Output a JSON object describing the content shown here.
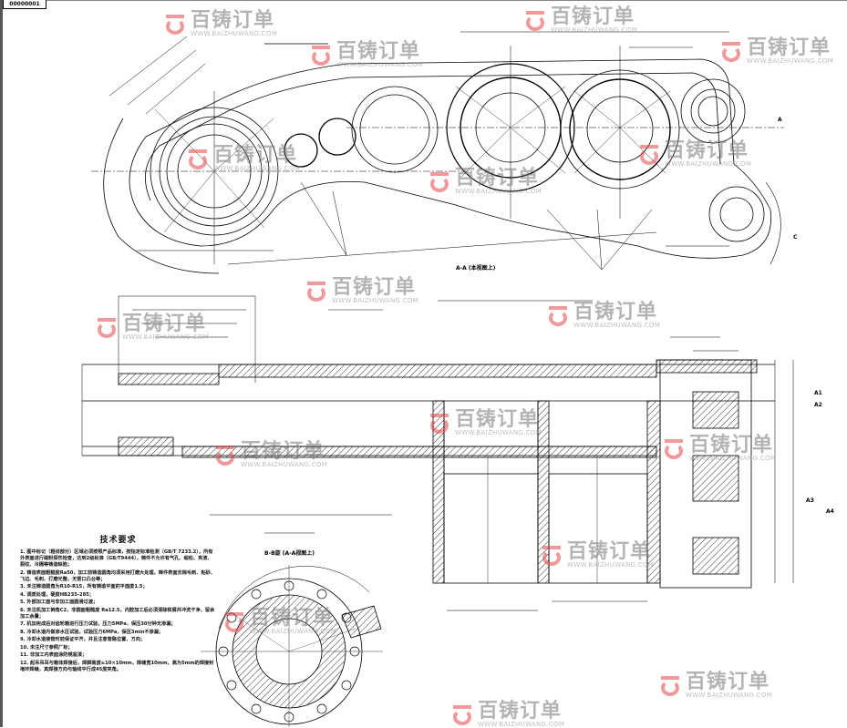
{
  "drawing": {
    "number": "00000001",
    "views": {
      "section_a": "A-A (本视图上)",
      "section_b": "B-B旋 (A-A视图上)"
    },
    "markers": {
      "a": "A",
      "c": "C",
      "a1": "A1",
      "a2": "A2",
      "a3": "A3",
      "a4": "A4"
    }
  },
  "tech_requirements": {
    "title": "技术要求",
    "items": [
      "1. 图中标记（粗线部分）区域必须按照产品标准，按指定标准检测（GB/T 7233.2），所有外表面进行磁粉探伤检查，达到2级标准（GB/T9444），铸件不允许有气孔、缩松、夹渣、裂纹、冷隔等铸造缺陷；",
      "2. 铸造表面粗糙度Ra50，加工前铸造圆角均须采用打磨大处理，铸件表面去除毛刺、粘砂、飞边、毛刺、打磨光整，无冒口凸台等；",
      "3. 未注铸造圆角为R10-R15，所有铸造平面的平面度1.5；",
      "4. 调质处理，硬度HB235-285；",
      "5. 外部加工面与非加工面圆滑过渡；",
      "6. 未注机加工倒角C2，非圆面粗糙度 Ra12.5，内腔加工后必须清除铁屑并冲洗干净，留余加工余量；",
      "7. 机加完成后对齿轮箱进行压力试验，压力5MPa，保压30分钟无渗漏；",
      "8. 冷却水道内做渗水压试验，试验压力6MPa，保压3min不渗漏；",
      "9. 冷却水道接管时前保证平齐，并且注意管路位置、方向；",
      "10. 未注尺寸参照厂标；",
      "11. 非加工内表面涂防锈底漆；",
      "12. 起吊吊耳与箱体焊接后，焊脚高度≥10×10mm，焊缝宽10mm，高为5mm的焊接封堵环焊缝，其焊接方向与轴线平行成45度夹角。"
    ]
  },
  "watermark": {
    "brand": "百铸订单",
    "url": "WWW.BAIZHUWANG.COM",
    "accent": "#e4474b",
    "text_color": "#777777"
  }
}
